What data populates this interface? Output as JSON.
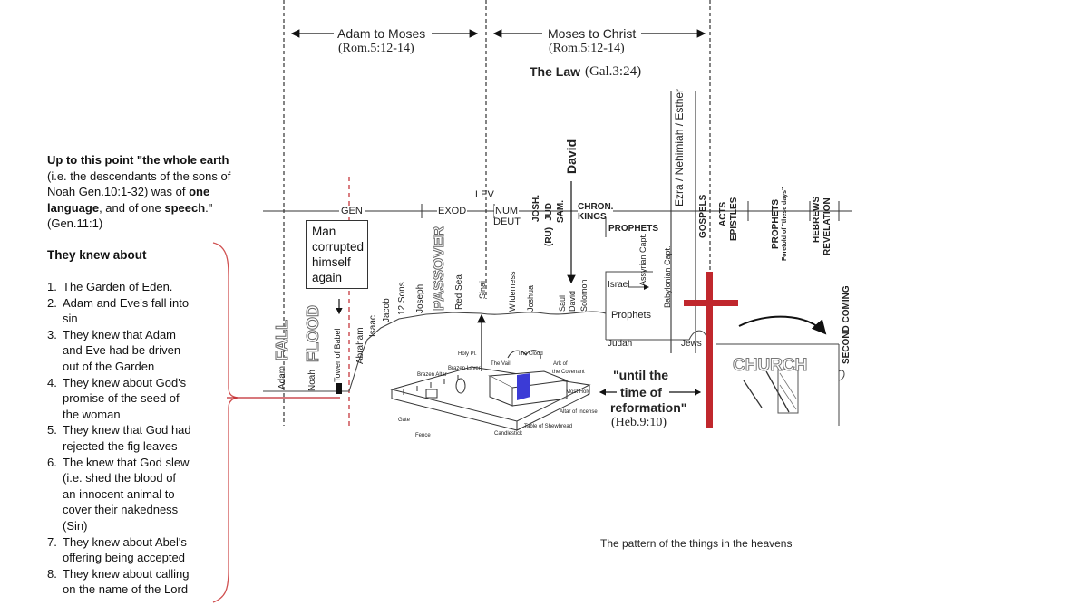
{
  "header": {
    "adam_to_moses": {
      "title": "Adam to Moses",
      "ref": "(Rom.5:12-14)"
    },
    "moses_to_christ": {
      "title": "Moses to Christ",
      "ref": "(Rom.5:12-14)"
    },
    "the_law": {
      "title": "The Law",
      "ref": "(Gal.3:24)"
    }
  },
  "sidebar": {
    "intro_bold1": "Up to this point \"the whole earth",
    "intro_line2": "(i.e. the descendants of the sons of",
    "intro_line3_a": "Noah Gen.10:1-32) was of ",
    "intro_line3_b": "one",
    "intro_line4_a": "language",
    "intro_line4_b": ", and of one ",
    "intro_line4_c": "speech",
    "intro_line4_d": ".\"",
    "intro_line5": "(Gen.11:1)",
    "heading": "They knew about",
    "items": [
      {
        "n": "1.",
        "lines": [
          "The Garden of Eden."
        ]
      },
      {
        "n": "2.",
        "lines": [
          "Adam and Eve's fall into",
          "sin"
        ]
      },
      {
        "n": "3.",
        "lines": [
          "They knew that Adam",
          "and Eve had be driven",
          "out of the Garden"
        ]
      },
      {
        "n": "4.",
        "lines": [
          "They knew about God's",
          "promise of the seed of",
          "the woman"
        ]
      },
      {
        "n": "5.",
        "lines": [
          "They knew that God had",
          "rejected the fig leaves"
        ]
      },
      {
        "n": "6.",
        "lines": [
          "The knew that God slew",
          "(i.e. shed the blood of",
          "an innocent animal to",
          "cover their nakedness",
          "(Sin)"
        ]
      },
      {
        "n": "7.",
        "lines": [
          "They knew about Abel's",
          "offering being accepted"
        ]
      },
      {
        "n": "8.",
        "lines": [
          "They knew about calling",
          "on the name of the Lord"
        ]
      }
    ]
  },
  "timeline": {
    "books": {
      "gen": "GEN",
      "exod": "EXOD",
      "lev": "LEV",
      "num": "NUM",
      "deut": "DEUT",
      "josh": "JOSH.",
      "jud": "JUD",
      "ru": "(RU)",
      "sam": "SAM.",
      "chron": "CHRON.",
      "kings": "KINGS",
      "prophets": "PROPHETS",
      "gospels": "GOSPELS",
      "acts": "ACTS",
      "epistles": "EPISTLES",
      "prophets_right": "PROPHETS",
      "foretold": "Foretold of \"these days\"",
      "hebrews": "HEBREWS",
      "revelation": "REVELATION"
    },
    "david": "David",
    "ezra": "Ezra / Nehimiah / Esther",
    "box_text": [
      "Man",
      "corrupted",
      "himself",
      "again"
    ],
    "events": {
      "adam": "Adam",
      "fall": "FALL",
      "noah": "Noah",
      "flood": "FLOOD",
      "babel": "Tower of Babel",
      "abraham": "Abraham",
      "isaac": "Isaac",
      "jacob": "Jacob",
      "sons": "12 Sons",
      "joseph": "Joseph",
      "passover": "PASSOVER",
      "red_sea": "Red Sea",
      "sinai": "Sinai",
      "wilderness": "Wilderness",
      "joshua": "Joshua",
      "saul": "Saul",
      "david": "David",
      "solomon": "Solomon",
      "babylonian": "Babylonian Capt.",
      "assyrian": "Assyrian Capt.",
      "israel": "Israel",
      "prophets_mid": "Prophets",
      "judah": "Judah",
      "jews": "Jews",
      "church": "CHURCH",
      "second_coming": "SECOND COMING"
    },
    "tabernacle": {
      "holy_pl": "Holy Pl.",
      "the_cloud": "The Cloud",
      "brazen_laver": "Brazen Laver",
      "the_vail": "The Vail",
      "ark": "Ark of",
      "covenant": "the Covenant",
      "brazen_altar": "Brazen Altar",
      "most_holy": "Most Holy",
      "altar_incense": "Altar of Incense",
      "table": "Table of Shewbread",
      "candlestick": "Candlestick",
      "gate": "Gate",
      "fence": "Fence"
    },
    "reformation": {
      "line1": "\"until the",
      "line2": "time of",
      "line3": "reformation\"",
      "ref": "(Heb.9:10)"
    },
    "pattern_caption": "The pattern of the things in the heavens"
  },
  "colors": {
    "cross": "#c0272d",
    "brace": "#d05050",
    "dash": "#333333",
    "blue_panel": "#3b3bd6"
  }
}
